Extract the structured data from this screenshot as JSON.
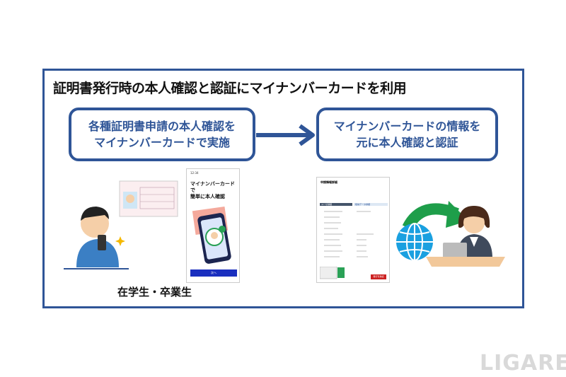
{
  "title": "証明書発行時の本人確認と認証にマイナンバーカードを利用",
  "left_box": {
    "line1": "各種証明書申請の本人確認を",
    "line2": "マイナンバーカードで実施"
  },
  "right_box": {
    "line1": "マイナンバーカードの情報を",
    "line2": "元に本人確認と認証"
  },
  "caption": "在学生・卒業生",
  "phone_screen": {
    "time": "12:34",
    "heading_line1": "マイナンバーカードで",
    "heading_line2": "簡単に本人確認",
    "button": "次へ"
  },
  "document": {
    "heading": "申請情報詳細",
    "section1": "ユーザ詳細",
    "section2": "取得データ詳細",
    "button": "発行可承認"
  },
  "watermark": "LIGARE",
  "colors": {
    "accent": "#2f5597",
    "arrow_green": "#1e9e4a",
    "globe": "#1aa0e0"
  }
}
